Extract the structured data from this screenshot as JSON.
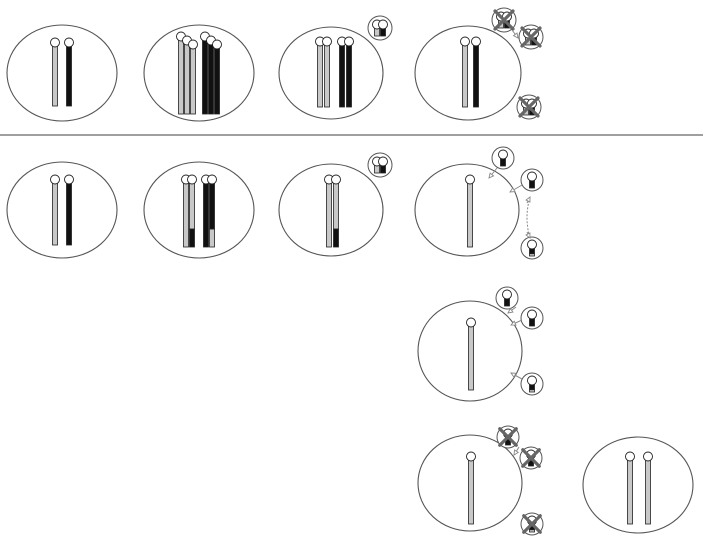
{
  "diagram": {
    "colors": {
      "background": "#ffffff",
      "outline": "#555555",
      "maternal": "#c8c8c8",
      "paternal": "#111111",
      "divider": "#666666",
      "cross": "#666666",
      "arrow": "#888888"
    },
    "sections": [
      {
        "name": "top-row",
        "stages": [
          {
            "name": "cell-stage-1",
            "chromosomes": [
              "maternal",
              "paternal"
            ]
          },
          {
            "name": "cell-stage-2",
            "chromosomes": [
              "maternal",
              "maternal",
              "maternal",
              "paternal",
              "paternal",
              "paternal"
            ]
          },
          {
            "name": "cell-stage-3",
            "chromosomes": [
              "maternal",
              "maternal",
              "paternal",
              "paternal"
            ],
            "polar_bodies": 1
          },
          {
            "name": "cell-stage-4",
            "chromosomes": [
              "maternal",
              "paternal"
            ],
            "polar_bodies": 3,
            "degenerating": 3
          }
        ]
      },
      {
        "name": "bottom-row",
        "stages": [
          {
            "name": "cell-stage-1",
            "chromosomes": [
              "maternal",
              "paternal"
            ]
          },
          {
            "name": "cell-stage-2",
            "chromosomes": [
              "recombinant",
              "recombinant"
            ]
          },
          {
            "name": "cell-stage-3",
            "chromosomes": [
              "recombinant"
            ],
            "polar_bodies": 1
          },
          {
            "name": "cell-stage-4a",
            "chromosomes": [
              "maternal"
            ],
            "polar_bodies": 3
          },
          {
            "name": "cell-stage-4b",
            "chromosomes": [
              "maternal"
            ],
            "polar_bodies": 3
          },
          {
            "name": "cell-stage-4c",
            "chromosomes": [
              "maternal"
            ],
            "polar_bodies": 3,
            "degenerating": 3
          },
          {
            "name": "cell-stage-5",
            "chromosomes": [
              "maternal",
              "maternal"
            ]
          }
        ]
      }
    ]
  }
}
